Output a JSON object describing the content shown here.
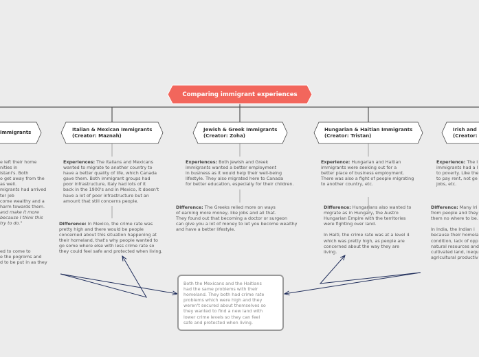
{
  "title": "Comparing immigrant experiences",
  "colors": {
    "title_fill": "#f2665c",
    "connector": "#555555",
    "arrow": "#1f2d5a"
  },
  "nodes": [
    {
      "label": "Immigrants",
      "experience_lines": "e left their home\nnities in\nistani's. Both\no get away from the\nas well.\nmigrants had arrived\nter job\ncome wealthy and a\nharm towards them.",
      "experience_italic": "and make it more\nbecause I think this\ntry to do.\"",
      "difference_lines": "ed to come to\ne the pogroms and\nd to be put in as they"
    },
    {
      "label": "Italian & Mexican Immigrants\n(Creator: Maznah)",
      "experience_label": "Experiences:",
      "experience": " The Italians and Mexicans\nwanted to migrate to another country to\nhave a better quality of life, which Canada\ngave them. Both immigrant groups had\npoor infrastructure, Italy had lots of it\nback in the 1900's and in Mexico, it doesn't\nhave a lot of poor infrastructure but an\namount that still concerns people.",
      "difference_label": "Difference:",
      "difference": " In Mexico, the crime rate was\npretty high and there would be people\nconcerned about this situation happening at\ntheir homeland, that's why people wanted to\ngo some where else with less crime rate so\nthey could feel safe and protected when living."
    },
    {
      "label": "Jewish & Greek Immigrants\n(Creator: Zoha)",
      "experience_label": "Experiences:",
      "experience": " Both Jewish and Greek\nimmigrants wanted a better employment\nin business as it would help their well-being\nlifestyle. They also migrated here to Canada\nfor better education, especially for their children.",
      "difference_label": "Difference:",
      "difference": " The Greeks relied more on ways\nof earning more money, like jobs and all that.\nThey found out that becoming a doctor or surgeon\ncan give you a lot of money to let you become wealthy\nand have a better lifestyle."
    },
    {
      "label": "Hungarian & Haitian Immigrants\n(Creator: Tristan)",
      "experience_label": "Experience:",
      "experience": " Hungarian and Haitian\nimmigrants were seeking out for a\nbetter place of business employment.\nThere was also a fight of people migrating\nto another country, etc.",
      "difference_label": "Difference:",
      "difference": " Hungarians also wanted to\nmigrate as in Hungary, the Austro\nHungarian Empire with the territories\nwere fighting over land.\n\nIn Haiti, the crime rate was at a level 4\nwhich was pretty high, as people are\nconcerned about the way they are\nliving."
    },
    {
      "label": "Irish and\n(Creator:",
      "experience_label": "Experience:",
      "experience": " The I\nimmigrants had a l\nto poverty. Like the\nto pay rent, not ge\njobs, etc.",
      "difference_label": "Difference:",
      "difference": " Many Iri\nfrom people and they\nthem no where to be.\n\nIn India, the Indian i\nbecause their homela\ncondition, lack of opp\nnatural resources and\ncultivated land, inequ\nagricultural productiv"
    }
  ],
  "summary_box": "Both the Mexicans and the Haitians\nhad the same problems with their\nhomeland. They both had crime rate\nproblems which were high and they\nweren't secured about themselves so\nthey wanted to find a new land with\nlower crime levels so they can feel\nsafe and protected when living."
}
